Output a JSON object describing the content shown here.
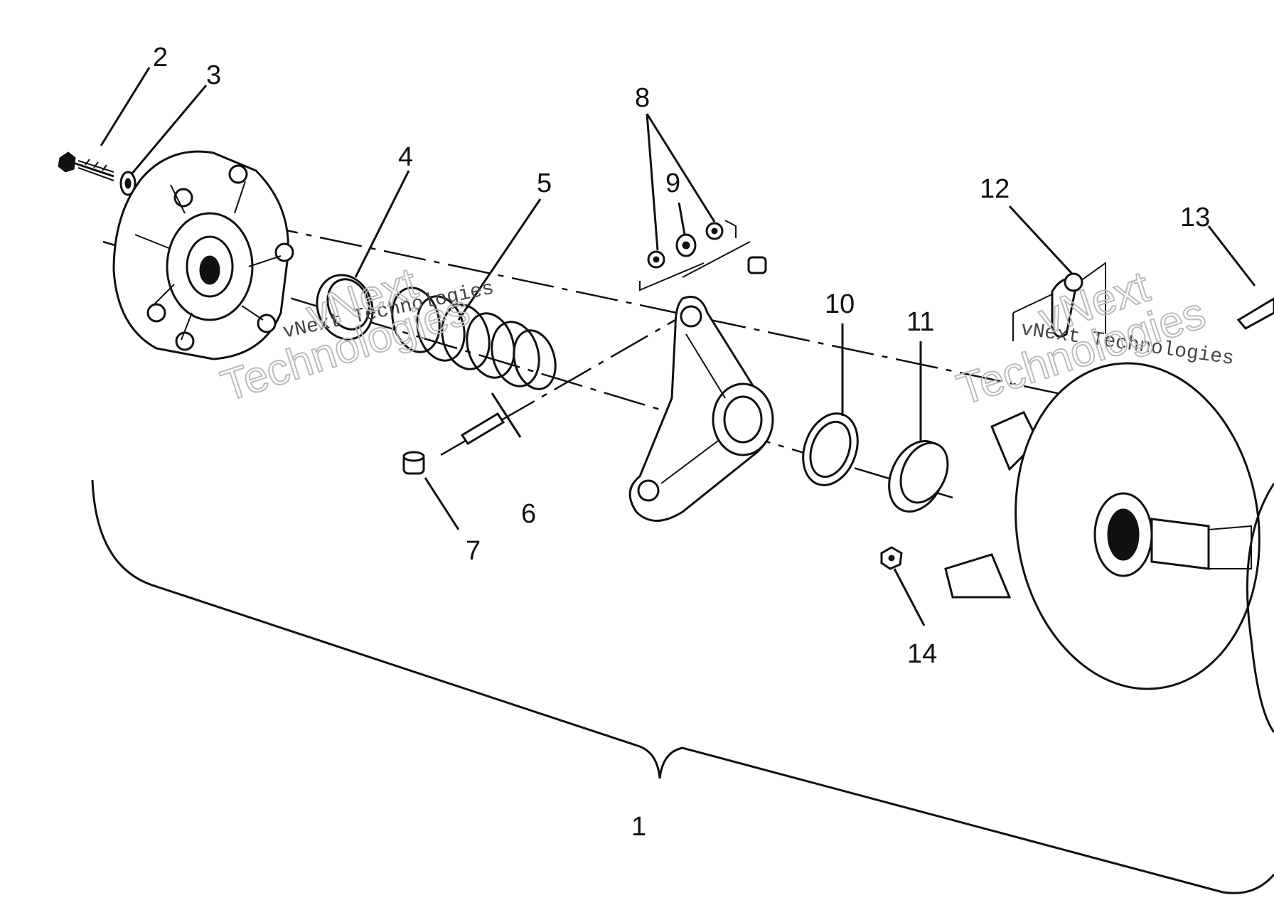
{
  "diagram": {
    "callouts": [
      {
        "id": "1",
        "label": "1"
      },
      {
        "id": "2",
        "label": "2"
      },
      {
        "id": "3",
        "label": "3"
      },
      {
        "id": "4",
        "label": "4"
      },
      {
        "id": "5",
        "label": "5"
      },
      {
        "id": "6",
        "label": "6"
      },
      {
        "id": "7",
        "label": "7"
      },
      {
        "id": "8",
        "label": "8"
      },
      {
        "id": "9",
        "label": "9"
      },
      {
        "id": "10",
        "label": "10"
      },
      {
        "id": "11",
        "label": "11"
      },
      {
        "id": "12",
        "label": "12"
      },
      {
        "id": "13",
        "label": "13"
      },
      {
        "id": "14",
        "label": "14"
      }
    ],
    "watermark": {
      "line_a": "vNext Technologies",
      "line_b": "vNext",
      "line_c": "Technologies"
    }
  }
}
